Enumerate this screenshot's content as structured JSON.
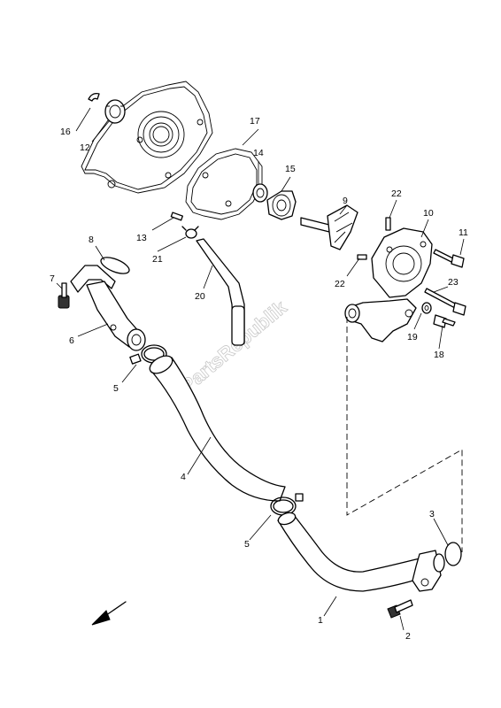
{
  "callouts": [
    "1",
    "2",
    "3",
    "4",
    "5",
    "5",
    "6",
    "7",
    "8",
    "9",
    "10",
    "11",
    "12",
    "13",
    "14",
    "15",
    "16",
    "17",
    "18",
    "19",
    "20",
    "21",
    "22",
    "22",
    "23"
  ],
  "watermark": "PartsRepublik",
  "colors": {
    "line": "#000000",
    "background": "#ffffff",
    "watermark": "#c8c8c8"
  },
  "icons": {
    "direction_arrow": "arrow-front-left-icon"
  }
}
